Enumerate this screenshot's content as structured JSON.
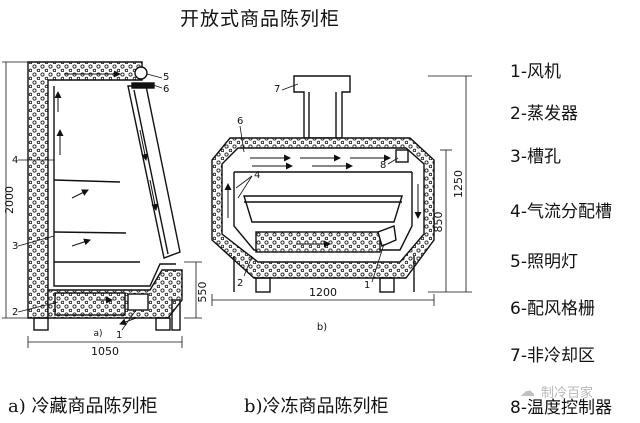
{
  "title": "开放式商品陈列柜",
  "legend": [
    "1-风机",
    "2-蒸发器",
    "3-槽孔",
    "4-气流分配槽",
    "5-照明灯",
    "6-配风格栅",
    "7-非冷却区",
    "8-温度控制器"
  ],
  "captions": {
    "a": "a) 冷藏商品陈列柜",
    "b": "b)冷冻商品陈列柜"
  },
  "sublabels": {
    "a": "a)",
    "b": "b)"
  },
  "dims": {
    "a_height": "2000",
    "a_width": "1050",
    "a_base": "550",
    "b_width": "1200",
    "b_height": "1250",
    "b_inner": "850"
  },
  "part_numbers": {
    "fan": "1",
    "evaporator": "2",
    "slot": "3",
    "air_channel": "4",
    "light": "5",
    "grille": "6",
    "non_cooled": "7",
    "thermostat": "8"
  },
  "watermark": "制冷百家"
}
